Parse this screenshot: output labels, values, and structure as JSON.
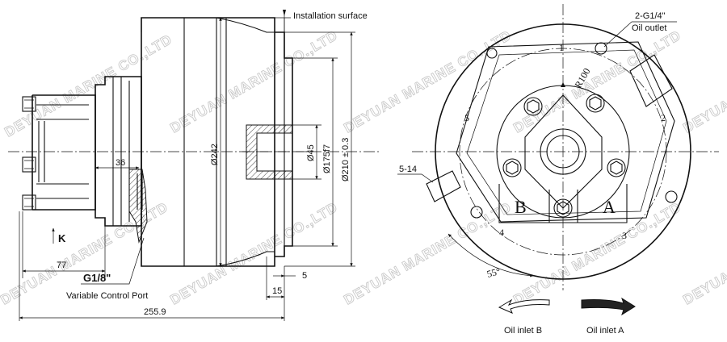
{
  "labels": {
    "installation_surface": "Installation surface",
    "oil_outlet_spec": "2-G1/4\"",
    "oil_outlet": "Oil outlet",
    "radius": "R100",
    "slot_dim": "5-14",
    "angle": "55°",
    "port_a": "A",
    "port_b": "B",
    "oil_inlet_a": "Oil inlet A",
    "oil_inlet_b": "Oil inlet B",
    "view_k": "K",
    "port_thread": "G1/8\"",
    "variable_control_port": "Variable Control Port",
    "n1": "1",
    "n2": "2",
    "n3": "3",
    "n4": "4",
    "n5": "5"
  },
  "dimensions": {
    "d242": "Ø242",
    "d175": "Ø175f7",
    "d210": "Ø210 ± 0.3",
    "d45": "Ø45",
    "len36": "36",
    "len77": "77",
    "len5": "5",
    "len15": "15",
    "len_total": "255.9"
  },
  "watermark": "DEYUAN MARINE CO.,LTD",
  "colors": {
    "line": "#111111",
    "watermark": "#c9c9c9",
    "arrow_dark": "#222222"
  }
}
